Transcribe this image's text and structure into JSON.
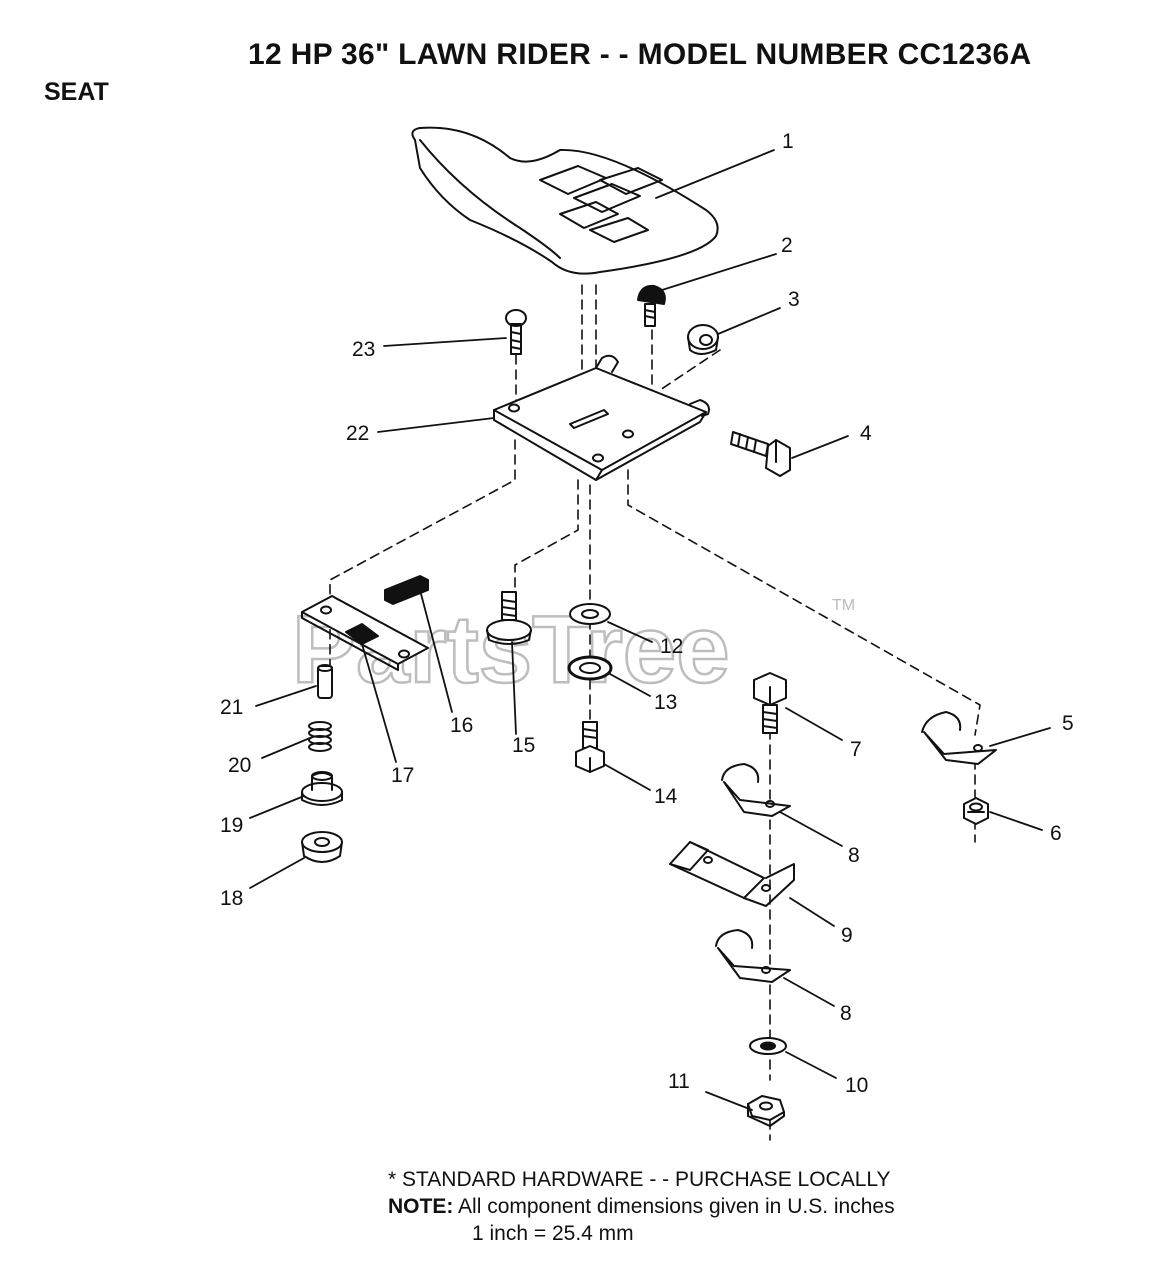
{
  "page": {
    "title": "12 HP 36\" LAWN RIDER - - MODEL NUMBER CC1236A",
    "section": "SEAT",
    "watermark": "PartsTree",
    "watermark_tm": "TM"
  },
  "callouts": [
    {
      "id": "c1",
      "label": "1"
    },
    {
      "id": "c2",
      "label": "2"
    },
    {
      "id": "c3",
      "label": "3"
    },
    {
      "id": "c4",
      "label": "4"
    },
    {
      "id": "c5",
      "label": "5"
    },
    {
      "id": "c6",
      "label": "6"
    },
    {
      "id": "c7",
      "label": "7"
    },
    {
      "id": "c8a",
      "label": "8"
    },
    {
      "id": "c8b",
      "label": "8"
    },
    {
      "id": "c9",
      "label": "9"
    },
    {
      "id": "c10",
      "label": "10"
    },
    {
      "id": "c11",
      "label": "11"
    },
    {
      "id": "c12",
      "label": "12"
    },
    {
      "id": "c13",
      "label": "13"
    },
    {
      "id": "c14",
      "label": "14"
    },
    {
      "id": "c15",
      "label": "15"
    },
    {
      "id": "c16",
      "label": "16"
    },
    {
      "id": "c17",
      "label": "17"
    },
    {
      "id": "c18",
      "label": "18"
    },
    {
      "id": "c19",
      "label": "19"
    },
    {
      "id": "c20",
      "label": "20"
    },
    {
      "id": "c21",
      "label": "21"
    },
    {
      "id": "c22",
      "label": "22"
    },
    {
      "id": "c23",
      "label": "23"
    }
  ],
  "notes": {
    "standard_hardware": "* STANDARD HARDWARE - - PURCHASE LOCALLY",
    "note_label": "NOTE:",
    "note_text": "All component dimensions given in U.S. inches",
    "conversion": "1 inch = 25.4 mm"
  }
}
